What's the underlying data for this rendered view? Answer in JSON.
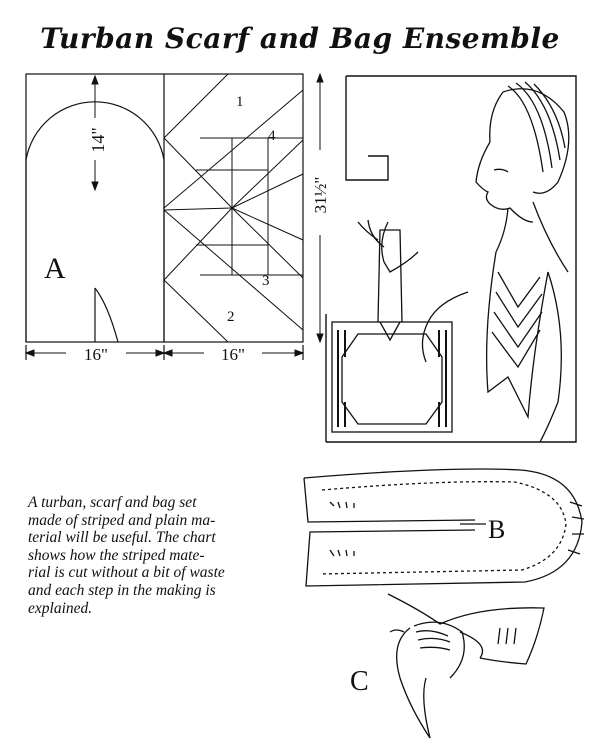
{
  "title": "Turban Scarf and Bag Ensemble",
  "pattern": {
    "piece_label": "A",
    "height_label": "14\"",
    "total_height_label": "31½\"",
    "width_left_label": "16\"",
    "width_right_label": "16\"",
    "sections": [
      "1",
      "2",
      "3",
      "4"
    ]
  },
  "caption_lines": [
    "A turban, scarf and bag set",
    "made of striped and plain ma-",
    "terial will be useful.  The chart",
    "shows how the striped mate-",
    "rial is cut without a bit of waste",
    "and each step in the making is",
    "explained."
  ],
  "callouts": {
    "b": "B",
    "c": "C"
  }
}
